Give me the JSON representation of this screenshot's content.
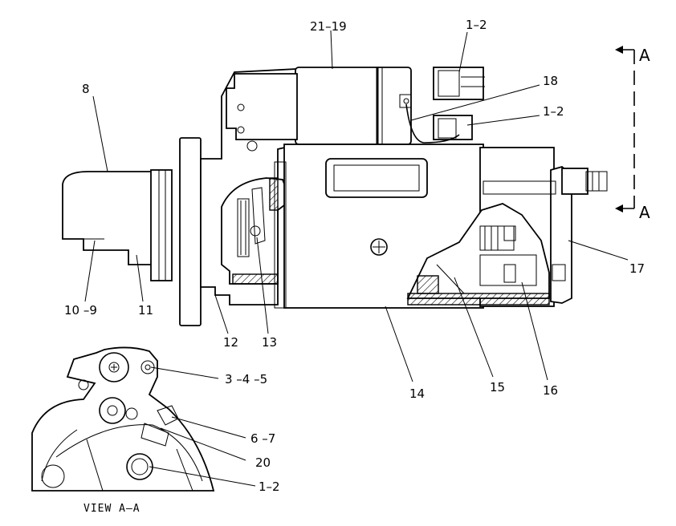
{
  "callouts": {
    "c21_19": "21–19",
    "c1_2_top": "1–2",
    "c18": "18",
    "c1_2_mid": "1–2",
    "c8": "8",
    "c17": "17",
    "c10_9": "10 –9",
    "c11": "11",
    "c12": "12",
    "c13": "13",
    "c14": "14",
    "c15": "15",
    "c16": "16",
    "c3_4_5": "3 –4 –5",
    "c6_7": "6 –7",
    "c20": "20",
    "c1_2_view": "1–2"
  },
  "section": {
    "label_top": "A",
    "label_bottom": "A"
  },
  "view_caption": "VIEW A–A"
}
